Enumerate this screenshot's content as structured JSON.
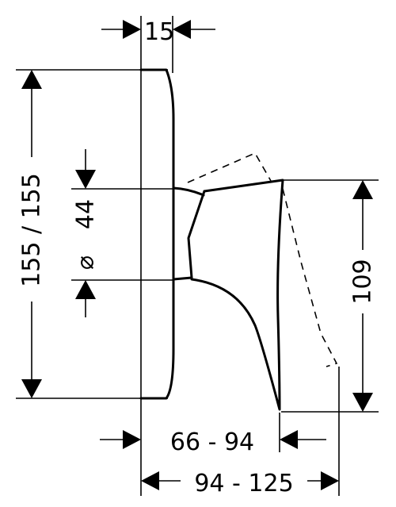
{
  "dimensions": {
    "top_width": "15",
    "total_height": "155 / 155",
    "diameter_symbol": "⌀",
    "diameter": "44",
    "lever_height": "109",
    "depth_range": "66 - 94",
    "total_depth_range": "94 - 125"
  }
}
